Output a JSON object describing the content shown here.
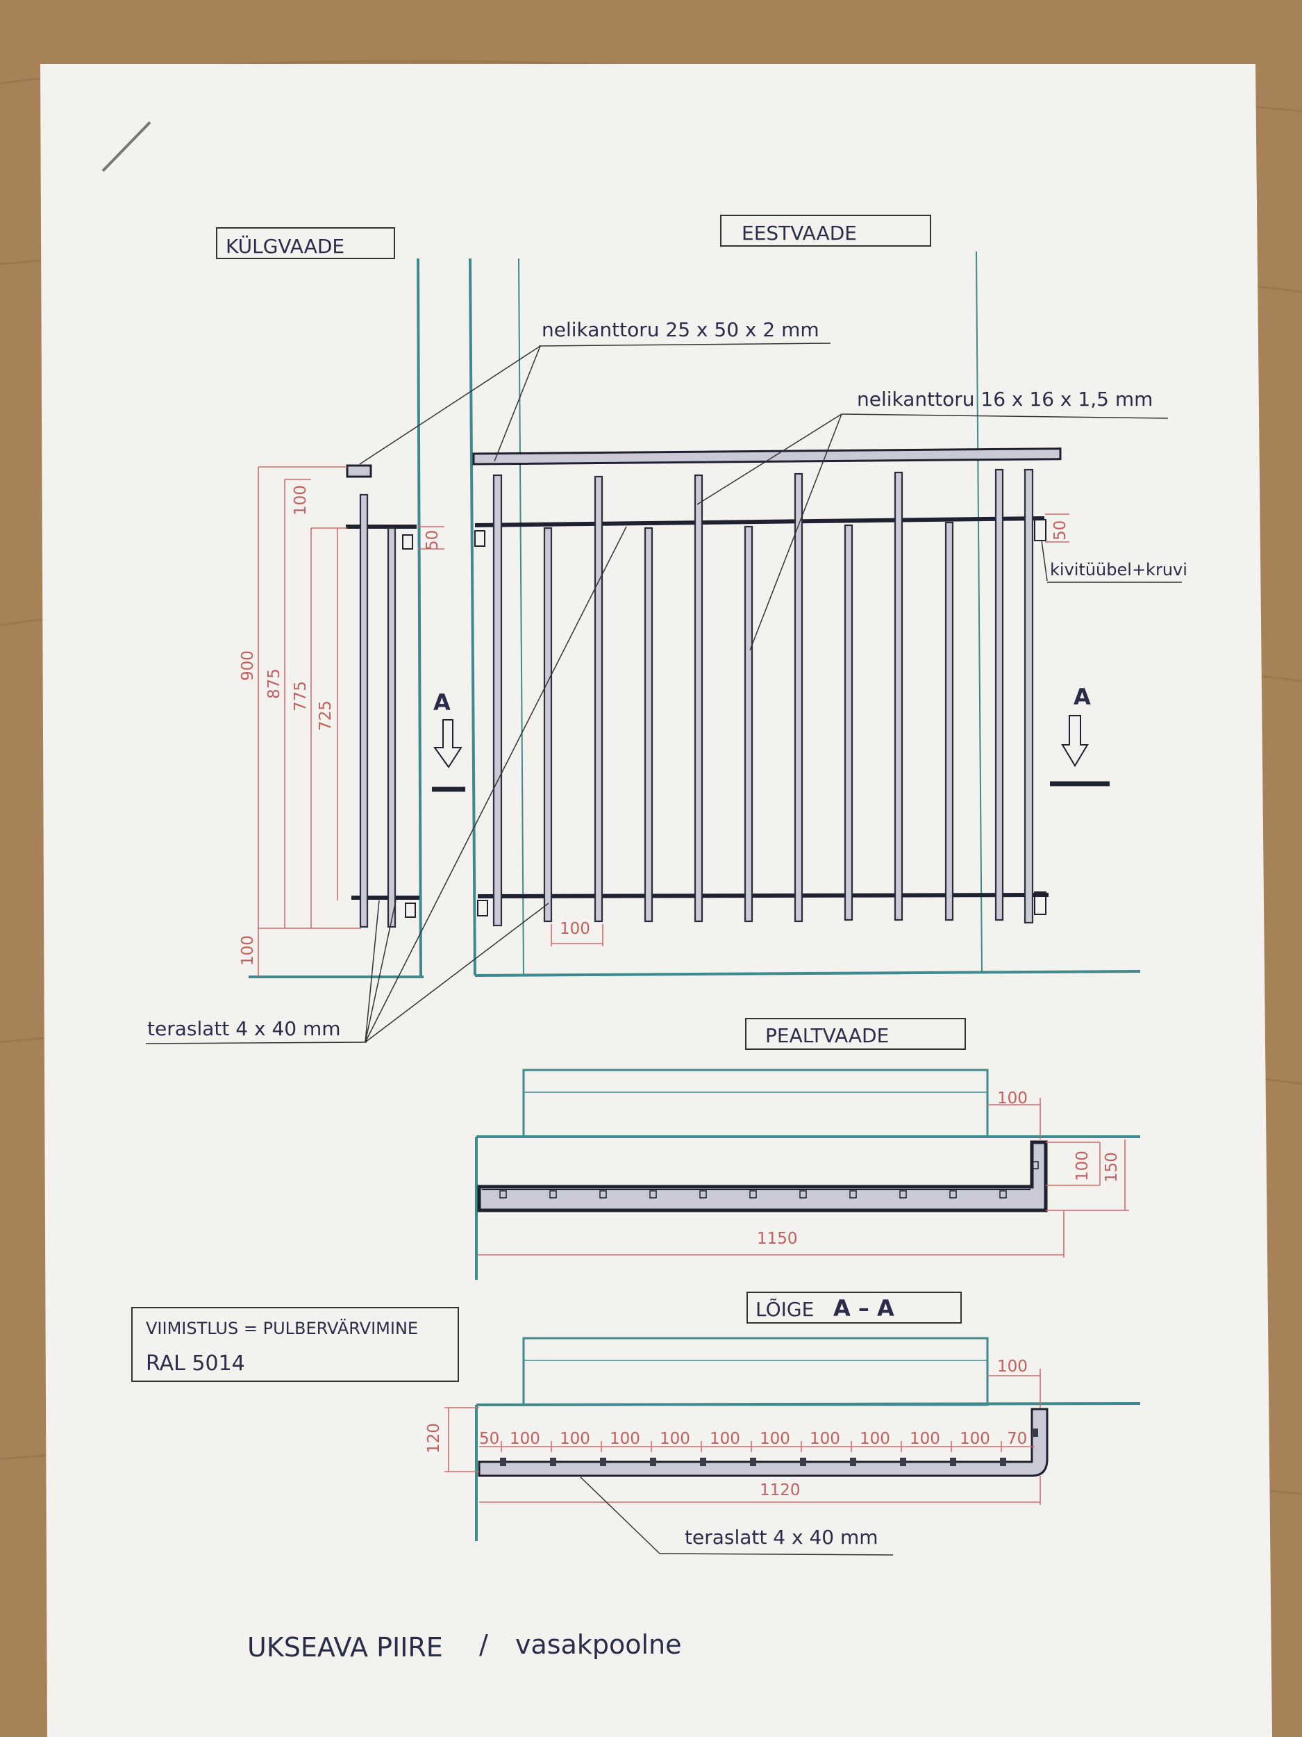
{
  "views": {
    "side": "KÜLGVAADE",
    "front": "EESTVAADE",
    "top": "PEALTVAADE",
    "section_prefix": "LÕIGE",
    "section_mark": "A – A"
  },
  "callouts": {
    "tube_large": "nelikanttoru  25 x 50 x 2 mm",
    "tube_small": "nelikanttoru 16 x 16 x 1,5 mm",
    "anchor": "kivitüübel+kruvi",
    "flat_bar_side": "teraslatt  4 x 40 mm",
    "flat_bar_section": "teraslatt  4 x 40 mm"
  },
  "section_arrows": {
    "left": "A",
    "right": "A"
  },
  "side_dims": {
    "total_height": "900",
    "post_height": "875",
    "upper_span": "775",
    "lower_span": "725",
    "top_gap": "100",
    "bottom_gap": "100",
    "flat_bar_offset": "50"
  },
  "front_dims": {
    "offset": "50",
    "baluster_spacing": "100"
  },
  "top_dims": {
    "door_offset": "100",
    "depth_inner": "100",
    "depth_outer": "150",
    "length": "1150"
  },
  "section_dims": {
    "door_offset": "100",
    "height": "120",
    "length": "1120",
    "spacings": [
      "50",
      "100",
      "100",
      "100",
      "100",
      "100",
      "100",
      "100",
      "100",
      "100",
      "100",
      "70"
    ]
  },
  "finish": {
    "line1": "VIIMISTLUS = PULBERVÄRVIMINE",
    "line2": "RAL  5014"
  },
  "footer": {
    "title": "UKSEAVA PIIRE",
    "separator": "/",
    "subtitle": "vasakpoolne"
  },
  "colors": {
    "paper": "#f3f2ee",
    "wall": "#3f8a8f",
    "dimension": "#c0605f",
    "ink": "#2a2d4a",
    "steel": "#c9cad6"
  }
}
